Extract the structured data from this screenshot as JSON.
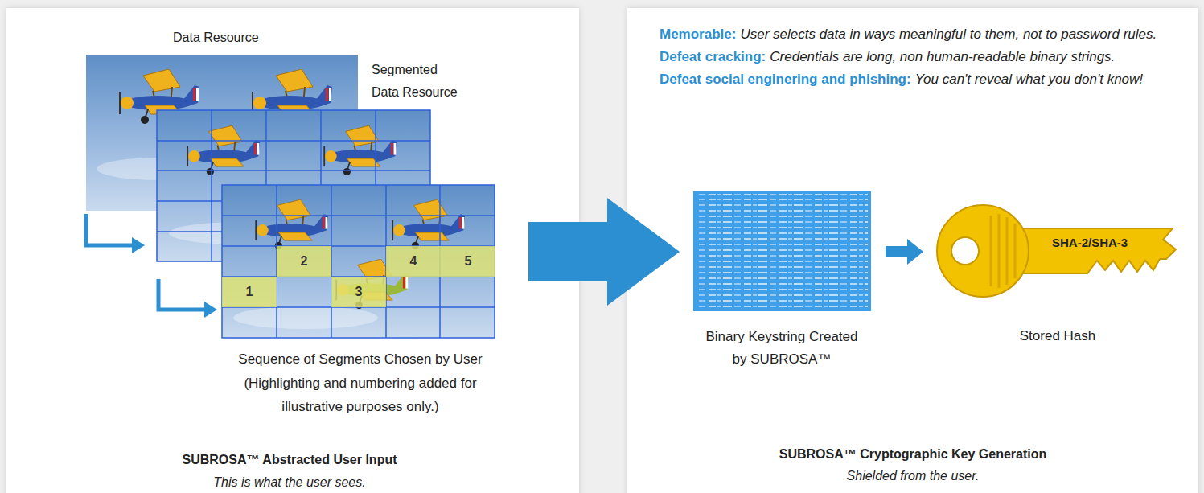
{
  "diagram": {
    "nodes": [
      {
        "text": [
          "Data Resource",
          "Segmented Data Resource",
          "Sequence of Segments Chosen by User",
          "(Highlighting and numbering added for illustrative purposes only.)",
          "SUBROSA™ Abstracted User Input",
          "This is what the user sees."
        ]
      },
      {
        "text": [
          "1"
        ],
        "in": 0
      },
      {
        "text": [
          "2"
        ],
        "in": 0
      },
      {
        "text": [
          "3"
        ],
        "in": 0
      },
      {
        "text": [
          "4"
        ],
        "in": 0
      },
      {
        "text": [
          "5"
        ],
        "in": 0
      },
      {
        "text": [
          "Memorable:",
          "User selects data in ways meaningful to them, not to password rules.",
          "Defeat cracking:",
          "Credentials are long, non human-readable binary strings.",
          "Defeat social enginering and phishing:",
          "You can't reveal what you don't know!",
          "SUBROSA™ Cryptographic Key Generation",
          "Shielded from the user."
        ]
      },
      {
        "text": [
          "Binary Keystring Created by SUBROSA™"
        ],
        "in": 6
      },
      {
        "text": [
          "SHA-2/SHA-3",
          "Stored Hash"
        ],
        "in": 6
      }
    ],
    "edges": [
      {
        "from": 0,
        "to": 6,
        "arrow": "to"
      },
      {
        "from": 7,
        "to": 8,
        "arrow": "to"
      }
    ]
  }
}
